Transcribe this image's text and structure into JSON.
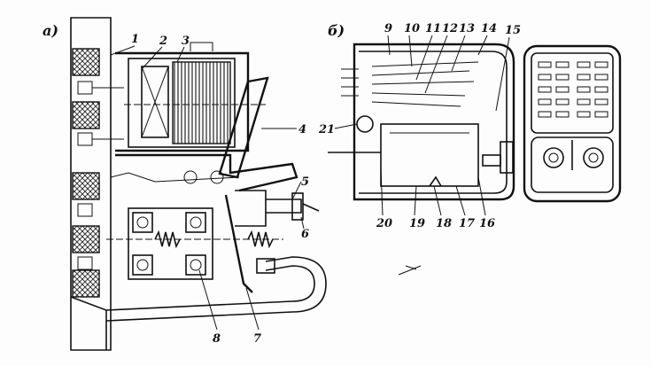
{
  "panels": {
    "a": "а)",
    "b": "б)"
  },
  "labels_left": [
    "1",
    "2",
    "3",
    "4",
    "5",
    "6",
    "7",
    "8"
  ],
  "labels_right": [
    "9",
    "10",
    "11",
    "12",
    "13",
    "14",
    "15",
    "16",
    "17",
    "18",
    "19",
    "20",
    "21"
  ]
}
